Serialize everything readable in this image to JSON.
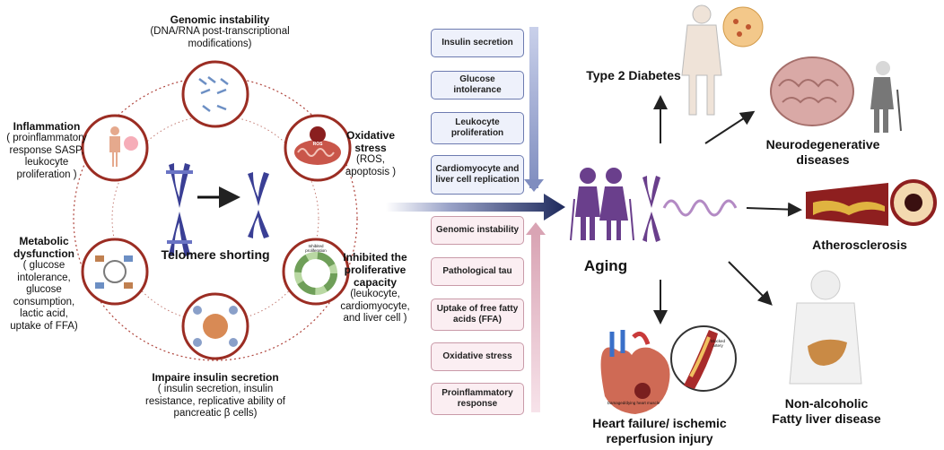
{
  "left": {
    "center_label": "Telomere shorting",
    "genomic": {
      "title": "Genomic instability",
      "detail": "(DNA/RNA post-transcriptional modifications)"
    },
    "oxidative": {
      "title": "Oxidative stress",
      "detail": "(ROS, apoptosis )"
    },
    "inhibited": {
      "title": "Inhibited the proliferative capacity",
      "detail": "(leukocyte, cardiomyocyte, and liver cell )"
    },
    "insulin": {
      "title": "Impaire insulin secretion",
      "detail": "( insulin secretion, insulin resistance, replicative ability of pancreatic β cells)"
    },
    "metabolic": {
      "title": "Metabolic dysfunction",
      "detail": "( glucose intolerance, glucose consumption, lactic acid, uptake of FFA)"
    },
    "inflammation": {
      "title": "Inflammation",
      "detail": "( proinflammatory response SASP, leukocyte proliferation )"
    },
    "icon_labels": {
      "mito": "ROS",
      "cycle": "Inhibited proliferation"
    }
  },
  "middle": {
    "up_boxes": [
      "Insulin secretion",
      "Glucose intolerance",
      "Leukocyte proliferation",
      "Cardiomyocyte and liver cell replication"
    ],
    "down_boxes": [
      "Genomic instability",
      "Pathological tau",
      "Uptake of free fatty acids (FFA)",
      "Oxidative stress",
      "Proinflammatory response"
    ]
  },
  "right": {
    "aging": "Aging",
    "diabetes": "Type 2 Diabetes",
    "neuro": "Neurodegenerative diseases",
    "athero": "Atherosclerosis",
    "nafld_line1": "Non-alcoholic",
    "nafld_line2": "Fatty liver disease",
    "heart": "Heart failure/ ischemic reperfusion injury",
    "heart_small_1": "Damaged/dying heart muscle",
    "heart_small_2": "Blocked artery"
  },
  "colors": {
    "chromosome": "#3a3f95",
    "aging_chromosome": "#6a3f8c",
    "up_border": "#6d7bb0",
    "down_border": "#c99aa8",
    "ring": "#b0473f"
  }
}
